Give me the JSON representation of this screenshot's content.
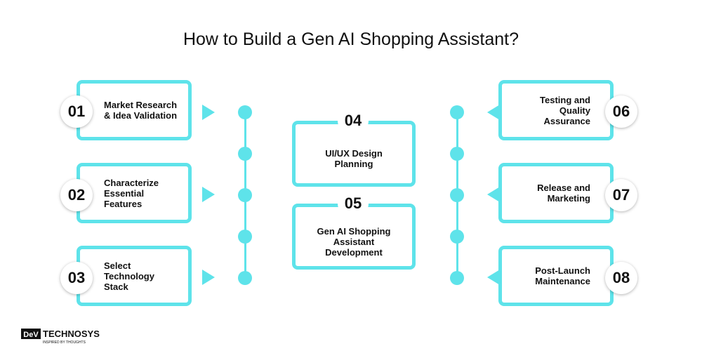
{
  "title": "How to Build a Gen AI Shopping Assistant?",
  "steps": [
    {
      "num": "01",
      "label": "Market Research\n& Idea Validation"
    },
    {
      "num": "02",
      "label": "Characterize\nEssential Features"
    },
    {
      "num": "03",
      "label": "Select\nTechnology\nStack"
    },
    {
      "num": "04",
      "label": "UI/UX Design\nPlanning"
    },
    {
      "num": "05",
      "label": "Gen AI Shopping\nAssistant\nDevelopment"
    },
    {
      "num": "06",
      "label": "Testing and\nQuality\nAssurance"
    },
    {
      "num": "07",
      "label": "Release and\nMarketing"
    },
    {
      "num": "08",
      "label": "Post-Launch\nMaintenance"
    }
  ],
  "logo": {
    "brand": "DEV TECHNOSYS",
    "tagline": "INSPIRED BY THOUGHTS"
  },
  "colors": {
    "accent": "#5ee3ea",
    "text": "#111111"
  }
}
